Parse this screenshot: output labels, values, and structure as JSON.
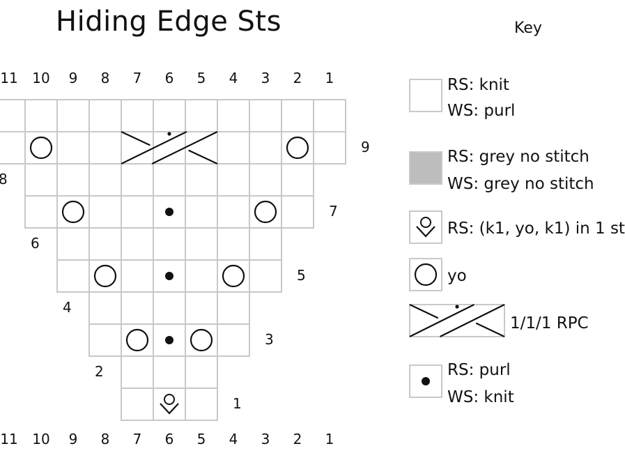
{
  "title": "Hiding Edge Sts",
  "key_title": "Key",
  "column_numbers": [
    "11",
    "10",
    "9",
    "8",
    "7",
    "6",
    "5",
    "4",
    "3",
    "2",
    "1"
  ],
  "rows": [
    {
      "label": "1",
      "side": "right",
      "cols": [
        7,
        6,
        5
      ],
      "symbols": [
        {
          "col": 6,
          "type": "inc"
        }
      ]
    },
    {
      "label": "2",
      "side": "left",
      "cols": [
        7,
        6,
        5
      ],
      "symbols": []
    },
    {
      "label": "3",
      "side": "right",
      "cols": [
        8,
        7,
        6,
        5,
        4
      ],
      "symbols": [
        {
          "col": 7,
          "type": "yo"
        },
        {
          "col": 6,
          "type": "purl"
        },
        {
          "col": 5,
          "type": "yo"
        }
      ]
    },
    {
      "label": "4",
      "side": "left",
      "cols": [
        8,
        7,
        6,
        5,
        4
      ],
      "symbols": []
    },
    {
      "label": "5",
      "side": "right",
      "cols": [
        9,
        8,
        7,
        6,
        5,
        4,
        3
      ],
      "symbols": [
        {
          "col": 8,
          "type": "yo"
        },
        {
          "col": 6,
          "type": "purl"
        },
        {
          "col": 4,
          "type": "yo"
        }
      ]
    },
    {
      "label": "6",
      "side": "left",
      "cols": [
        9,
        8,
        7,
        6,
        5,
        4,
        3
      ],
      "symbols": []
    },
    {
      "label": "7",
      "side": "right",
      "cols": [
        10,
        9,
        8,
        7,
        6,
        5,
        4,
        3,
        2
      ],
      "symbols": [
        {
          "col": 9,
          "type": "yo"
        },
        {
          "col": 6,
          "type": "purl"
        },
        {
          "col": 3,
          "type": "yo"
        }
      ]
    },
    {
      "label": "8",
      "side": "left",
      "cols": [
        10,
        9,
        8,
        7,
        6,
        5,
        4,
        3,
        2
      ],
      "symbols": []
    },
    {
      "label": "9",
      "side": "right",
      "cols": [
        11,
        10,
        9,
        8,
        7,
        6,
        5,
        4,
        3,
        2,
        1
      ],
      "symbols": [
        {
          "col": 10,
          "type": "yo"
        },
        {
          "col": 6,
          "type": "rpc"
        },
        {
          "col": 2,
          "type": "yo"
        }
      ]
    },
    {
      "label": "",
      "side": "left",
      "cols": [
        11,
        10,
        9,
        8,
        7,
        6,
        5,
        4,
        3,
        2,
        1
      ],
      "symbols": []
    }
  ],
  "key": [
    {
      "symbol": "knit",
      "lines": [
        "RS: knit",
        "WS: purl"
      ]
    },
    {
      "symbol": "grey",
      "lines": [
        "RS: grey no stitch",
        "WS: grey no stitch"
      ]
    },
    {
      "symbol": "inc",
      "lines": [
        "RS: (k1, yo, k1) in 1 st"
      ]
    },
    {
      "symbol": "yo",
      "lines": [
        "yo"
      ]
    },
    {
      "symbol": "rpc",
      "lines": [
        "1/1/1 RPC"
      ]
    },
    {
      "symbol": "purl",
      "lines": [
        "RS: purl",
        "WS: knit"
      ]
    }
  ],
  "colors": {
    "grid": "#c8c8c8",
    "ink": "#111111",
    "grey_fill": "#bdbdbd"
  }
}
